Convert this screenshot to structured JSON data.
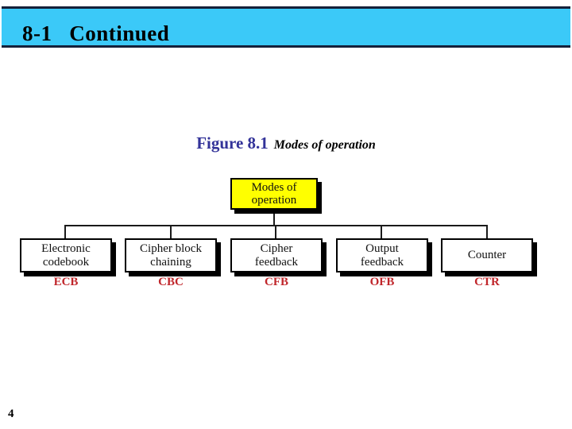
{
  "header": {
    "title": "8-1   Continued",
    "background_color": "#3BC9F8",
    "border_color": "#15213a"
  },
  "figure": {
    "label": "Figure 8.1",
    "label_color": "#333399",
    "title": "Modes of operation"
  },
  "diagram": {
    "root": {
      "line1": "Modes of",
      "line2": "operation",
      "fill_color": "#FFFF00"
    },
    "abbr_color": "#C0262B",
    "leaves": [
      {
        "line1": "Electronic",
        "line2": "codebook",
        "abbr": "ECB"
      },
      {
        "line1": "Cipher block",
        "line2": "chaining",
        "abbr": "CBC"
      },
      {
        "line1": "Cipher",
        "line2": "feedback",
        "abbr": "CFB"
      },
      {
        "line1": "Output",
        "line2": "feedback",
        "abbr": "OFB"
      },
      {
        "line1": "Counter",
        "line2": "",
        "abbr": "CTR"
      }
    ]
  },
  "footer": {
    "page_number": "4"
  }
}
